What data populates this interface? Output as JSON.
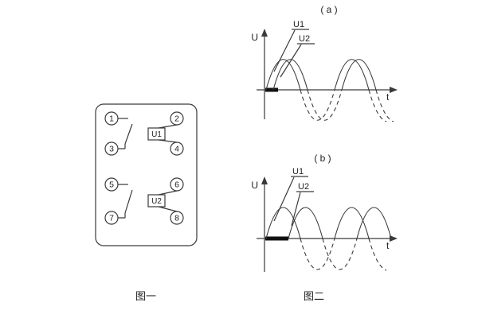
{
  "figure1": {
    "caption": "图一",
    "terminals": [
      "1",
      "2",
      "3",
      "4",
      "5",
      "6",
      "7",
      "8"
    ],
    "relay_labels": [
      "U1",
      "U2"
    ]
  },
  "figure2": {
    "caption": "图二",
    "plots": [
      {
        "title": "( a )",
        "y_label": "U",
        "x_label": "t",
        "curves": [
          "U1",
          "U2"
        ]
      },
      {
        "title": "( b )",
        "y_label": "U",
        "x_label": "t",
        "curves": [
          "U1",
          "U2"
        ]
      }
    ]
  },
  "colors": {
    "line": "#3a3a3a",
    "background": "#ffffff",
    "marker_bar": "#111111"
  }
}
